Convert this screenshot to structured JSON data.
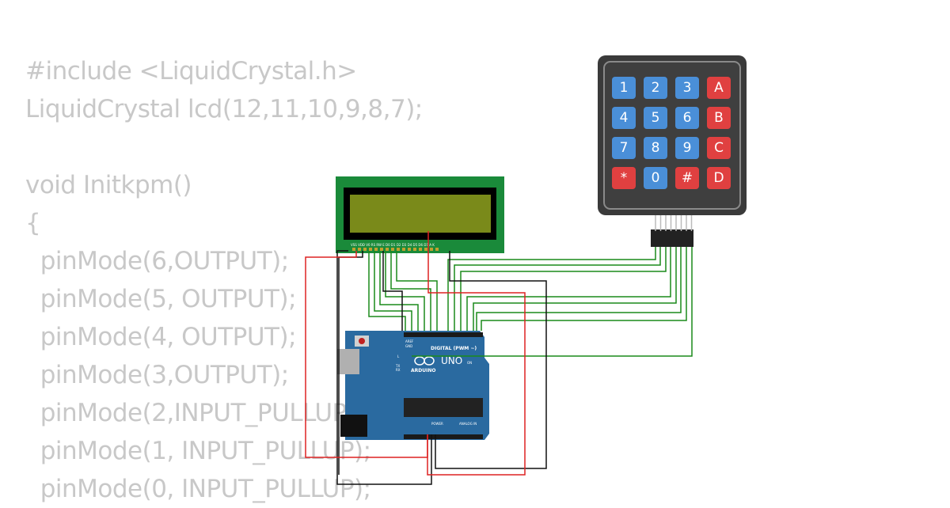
{
  "code_lines": [
    "#include <LiquidCrystal.h>",
    "LiquidCrystal lcd(12,11,10,9,8,7);",
    "",
    "void Initkpm()",
    "{",
    "  pinMode(6,OUTPUT);",
    "  pinMode(5, OUTPUT);",
    "  pinMode(4, OUTPUT);",
    "  pinMode(3,OUTPUT);",
    "  pinMode(2,INPUT_PULLUP);",
    "  pinMode(1, INPUT_PULLUP);",
    "  pinMode(0, INPUT_PULLUP);"
  ],
  "keypad": {
    "keys": [
      {
        "label": "1",
        "color": "#4a8fd8"
      },
      {
        "label": "2",
        "color": "#4a8fd8"
      },
      {
        "label": "3",
        "color": "#4a8fd8"
      },
      {
        "label": "A",
        "color": "#e04040"
      },
      {
        "label": "4",
        "color": "#4a8fd8"
      },
      {
        "label": "5",
        "color": "#4a8fd8"
      },
      {
        "label": "6",
        "color": "#4a8fd8"
      },
      {
        "label": "B",
        "color": "#e04040"
      },
      {
        "label": "7",
        "color": "#4a8fd8"
      },
      {
        "label": "8",
        "color": "#4a8fd8"
      },
      {
        "label": "9",
        "color": "#4a8fd8"
      },
      {
        "label": "C",
        "color": "#e04040"
      },
      {
        "label": "*",
        "color": "#e04040"
      },
      {
        "label": "0",
        "color": "#4a8fd8"
      },
      {
        "label": "#",
        "color": "#e04040"
      },
      {
        "label": "D",
        "color": "#e04040"
      }
    ]
  },
  "lcd": {
    "pin_labels": "VSS VDD V0 RS RW E D0 D1 D2 D3 D4 D5 D6 D7 A K",
    "board_color": "#1a8a3a",
    "screen_color": "#7a8a1a"
  },
  "arduino": {
    "brand": "ARDUINO",
    "model": "UNO",
    "digital_label": "DIGITAL (PWM ~)",
    "power_label": "POWER",
    "analog_label": "ANALOG IN",
    "aref_label": "AREF",
    "gnd_label": "GND",
    "l_label": "L",
    "tx_label": "TX",
    "rx_label": "RX",
    "on_label": "ON",
    "board_color": "#2a6aa0"
  },
  "wire_colors": {
    "green": "#1a8a1a",
    "black": "#111111",
    "red": "#dd2222"
  }
}
